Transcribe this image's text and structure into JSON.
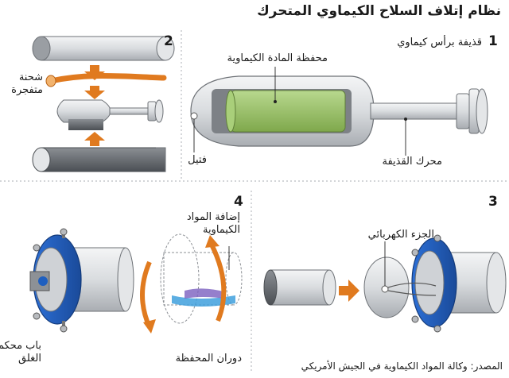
{
  "title": "نظام إتلاف السلاح الكيماوي المتحرك",
  "steps": {
    "s1": {
      "number": "1",
      "caption": "قذيفة برأس كيماوي"
    },
    "s2": {
      "number": "2"
    },
    "s3": {
      "number": "3"
    },
    "s4": {
      "number": "4"
    }
  },
  "labels": {
    "chem_container": "محفظة المادة الكيماوية",
    "fuse": "فتيل",
    "rocket_motor": "محرك القذيفة",
    "charge_line1": "شحنة",
    "charge_line2": "متفجرة",
    "electric_part": "الجزء الكهربائي",
    "add_chem_line1": "إضافة المواد",
    "add_chem_line2": "الكيماوية",
    "door_line1": "باب محكم",
    "door_line2": "الغلق",
    "rotation": "دوران المحفظة"
  },
  "source": "المصدر: وكالة المواد الكيماوية في الجيش الأمريكي",
  "colors": {
    "orange": "#e07a1f",
    "blue": "#1f5fbf",
    "chem_green": "#9bc46a",
    "shell_grey": "#cfd2d6",
    "dark_grey": "#5a5e63"
  },
  "icons": [
    "arrow-down-icon",
    "arrow-up-icon",
    "arrow-right-icon",
    "rotate-arrow-icon"
  ]
}
